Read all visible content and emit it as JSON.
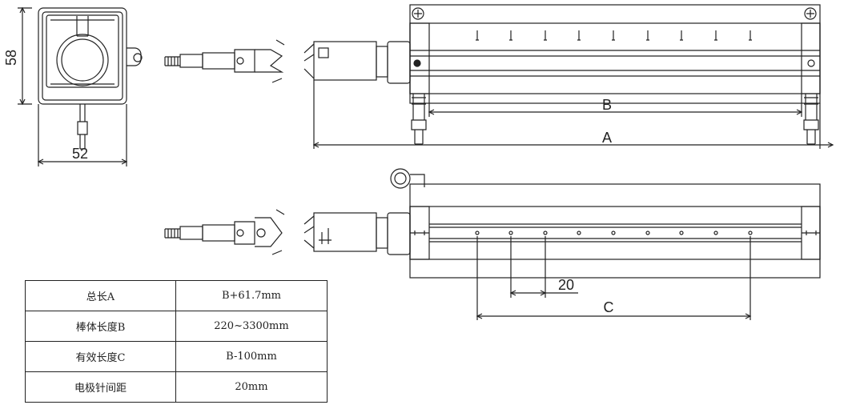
{
  "dimensions": {
    "end_height": "58",
    "end_width": "52",
    "overall_length": "A",
    "body_length": "B",
    "pin_spacing": "20",
    "effective_length": "C"
  },
  "spec_table": [
    {
      "name": "总长A",
      "value": "B+61.7mm"
    },
    {
      "name": "棒体长度B",
      "value": "220~3300mm"
    },
    {
      "name": "有效长度C",
      "value": "B-100mm"
    },
    {
      "name": "电极针间距",
      "value": "20mm"
    }
  ],
  "colors": {
    "line": "#222222",
    "background": "#ffffff"
  }
}
